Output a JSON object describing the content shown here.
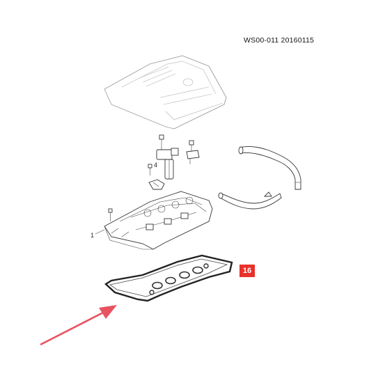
{
  "diagram": {
    "drawing_code": "WS00-011 20160115",
    "callouts": {
      "cover": "1",
      "bolt": "4",
      "gasket": "16"
    },
    "colors": {
      "highlight": "#e8312b",
      "arrow": "#e8535f",
      "line": "#333333"
    }
  }
}
